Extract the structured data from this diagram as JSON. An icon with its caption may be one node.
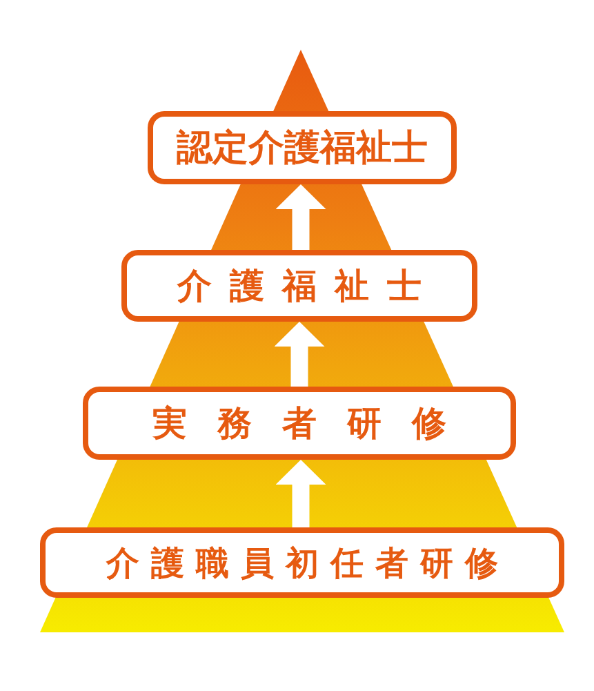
{
  "diagram": {
    "nodes": [
      {
        "text": [
          "認定介護福祉士"
        ]
      },
      {
        "text": [
          "介護福祉士"
        ]
      },
      {
        "text": [
          "実務者研修"
        ]
      },
      {
        "text": [
          "介護職員初任者研修"
        ]
      }
    ],
    "edges": [
      {
        "from": 3,
        "to": 2,
        "arrow": "to"
      },
      {
        "from": 2,
        "to": 1,
        "arrow": "to"
      },
      {
        "from": 1,
        "to": 0,
        "arrow": "to"
      }
    ]
  }
}
